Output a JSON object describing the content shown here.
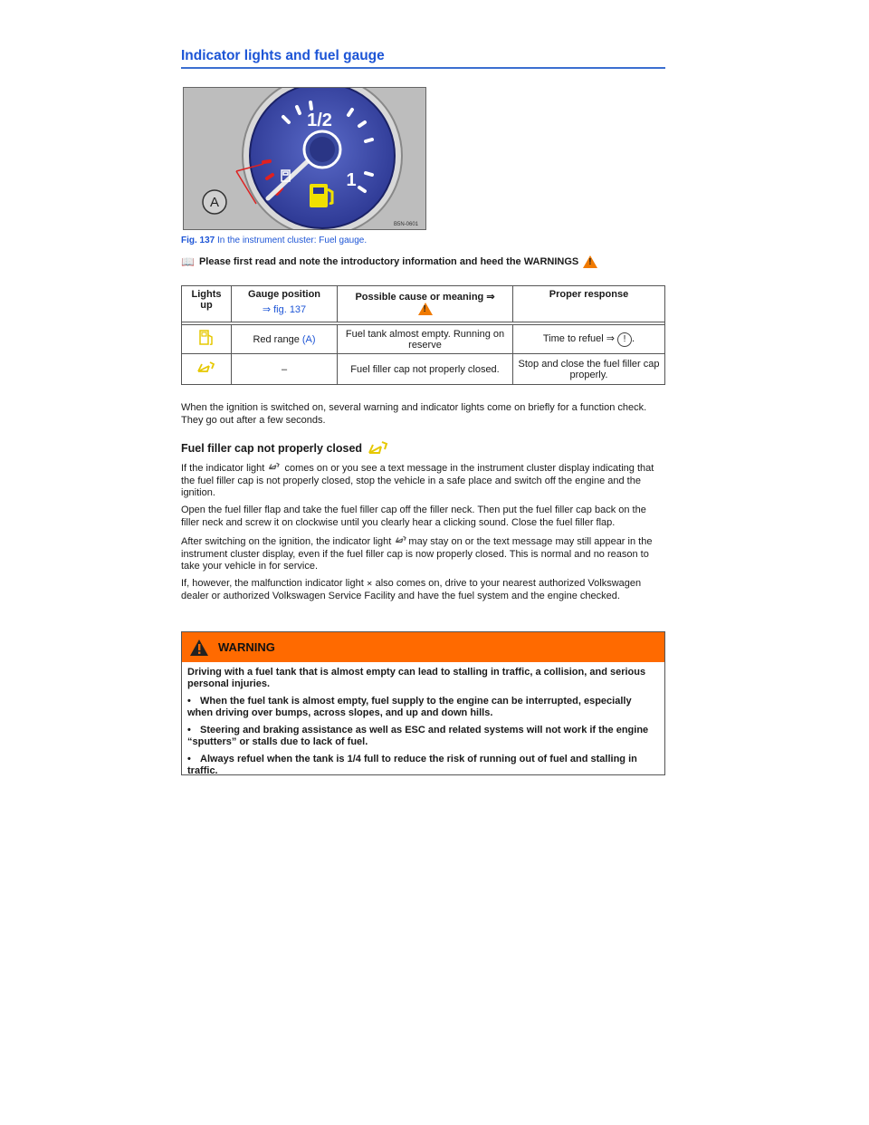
{
  "page": {
    "title": "Indicator lights and fuel gauge"
  },
  "figure": {
    "caption_num": "Fig. 137",
    "caption_text": "In the instrument cluster: Fuel gauge.",
    "gauge_label_half": "1/2",
    "gauge_label_full": "1",
    "callout": "A",
    "code": "B5N-0601"
  },
  "intro": {
    "text": "Please first read and note the introductory information and heed the WARNINGS"
  },
  "table": {
    "headers": [
      "Lights up",
      "Gauge position",
      "Possible cause or meaning ⇒",
      "Proper response"
    ],
    "header_ref": "⇒ fig. 137",
    "rows": [
      {
        "icon": "fuel-pump-icon",
        "position_prefix": "Red range ",
        "position_ref": "(A)",
        "cause": "Fuel tank almost empty. Running on reserve",
        "response": "Time to refuel ⇒ "
      },
      {
        "icon": "fuel-cap-icon",
        "position": "–",
        "cause": "Fuel filler cap not properly closed.",
        "response": "Stop and close the fuel filler cap properly."
      }
    ]
  },
  "paragraphs": {
    "ignition": "When the ignition is switched on, several warning and indicator lights come on briefly for a function check. They go out after a few seconds.",
    "section_title": "Fuel filler cap not properly closed",
    "p1_a": "If the indicator light",
    "p1_b": "comes on or you see a text message in the instrument cluster display indicating that the fuel filler cap is not properly closed, stop the vehicle in a safe place and switch off the engine and the ignition.",
    "p2": "Open the fuel filler flap and take the fuel filler cap off the filler neck. Then put the fuel filler cap back on the filler neck and screw it on clockwise until you clearly hear a clicking sound. Close the fuel filler flap.",
    "p3_a": "After switching on the ignition, the indicator light",
    "p3_b": "may stay on or the text message may still appear in the instrument cluster display, even if the fuel filler cap is now properly closed. This is normal and no reason to take your vehicle in for service.",
    "p4_a": "If, however, the malfunction indicator light",
    "p4_b": "also comes on, drive to your nearest authorized Volkswagen dealer or authorized Volkswagen Service Facility and have the fuel system and the engine checked."
  },
  "warning": {
    "title": "WARNING",
    "lead": "Driving with a fuel tank that is almost empty can lead to stalling in traffic, a collision, and serious personal injuries.",
    "bullets": [
      "When the fuel tank is almost empty, fuel supply to the engine can be interrupted, especially when driving over bumps, across slopes, and up and down hills.",
      "Steering and braking assistance as well as ESC and related systems will not work if the engine “sputters” or stalls due to lack of fuel.",
      "Always refuel when the tank is 1/4 full to reduce the risk of running out of fuel and stalling in traffic."
    ]
  },
  "colors": {
    "heading_blue": "#1d55d6",
    "warning_orange": "#ff6a00",
    "indicator_yellow": "#e6c800"
  }
}
